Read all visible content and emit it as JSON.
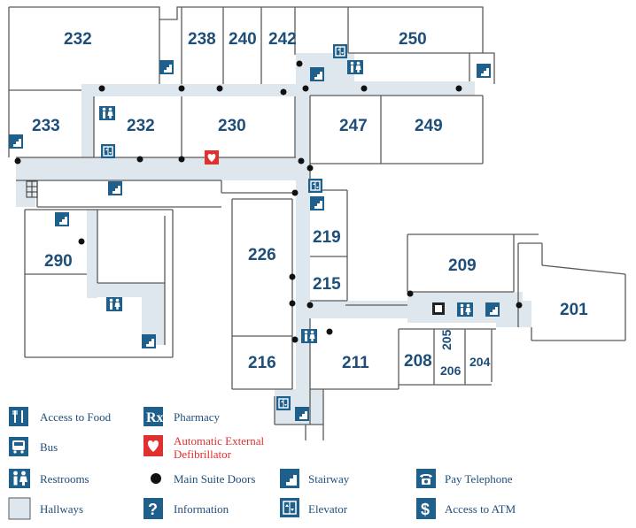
{
  "map": {
    "colors": {
      "hall": "#dfe7ee",
      "wall": "#5a5a5a",
      "room": "#ffffff",
      "label": "#1f4e79",
      "icon": "#1f5f8b",
      "aed": "#e0312f"
    },
    "rooms": [
      {
        "id": "r232a",
        "label": "232"
      },
      {
        "id": "r238",
        "label": "238"
      },
      {
        "id": "r240",
        "label": "240"
      },
      {
        "id": "r242",
        "label": "242"
      },
      {
        "id": "r250",
        "label": "250"
      },
      {
        "id": "r233",
        "label": "233"
      },
      {
        "id": "r232b",
        "label": "232"
      },
      {
        "id": "r230",
        "label": "230"
      },
      {
        "id": "r247",
        "label": "247"
      },
      {
        "id": "r249",
        "label": "249"
      },
      {
        "id": "r219",
        "label": "219"
      },
      {
        "id": "r215",
        "label": "215"
      },
      {
        "id": "r226",
        "label": "226"
      },
      {
        "id": "r290",
        "label": "290"
      },
      {
        "id": "r209",
        "label": "209"
      },
      {
        "id": "r201",
        "label": "201"
      },
      {
        "id": "r216",
        "label": "216"
      },
      {
        "id": "r211",
        "label": "211"
      },
      {
        "id": "r208",
        "label": "208"
      },
      {
        "id": "r205",
        "label": "205"
      },
      {
        "id": "r206",
        "label": "206"
      },
      {
        "id": "r204",
        "label": "204"
      }
    ]
  },
  "legend": {
    "food": "Access to Food",
    "pharmacy": "Pharmacy",
    "aed_line1": "Automatic External",
    "aed_line2": "Defibrillator",
    "bus": "Bus",
    "restrooms": "Restrooms",
    "doors": "Main Suite Doors",
    "stairway": "Stairway",
    "telephone": "Pay Telephone",
    "hallways": "Hallways",
    "information": "Information",
    "elevator": "Elevator",
    "atm": "Access to ATM"
  }
}
